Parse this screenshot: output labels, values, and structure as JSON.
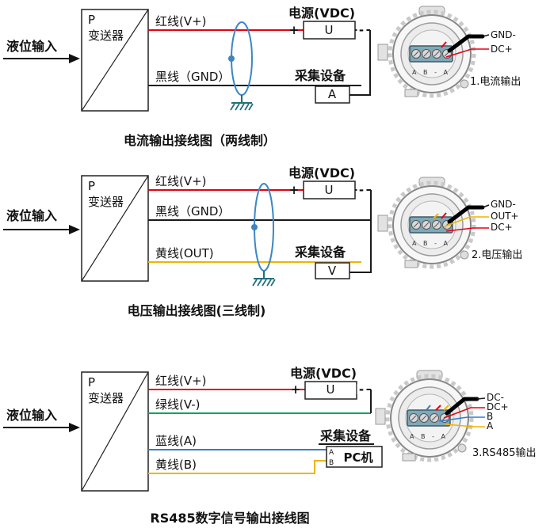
{
  "page": {
    "background": "#ffffff"
  },
  "colors": {
    "red_wire": "#e60012",
    "black_wire": "#1a1a1a",
    "yellow_wire": "#f0b400",
    "green_wire": "#00a651",
    "blue_wire": "#2e7dd1",
    "shield_blue": "#3b86c4",
    "ground_teal": "#20707c"
  },
  "diagram1": {
    "input_label": "液位输入",
    "transmitter": {
      "symbol": "P",
      "name": "变送器"
    },
    "wire_labels": {
      "red": "红线(V+)",
      "black": "黑线（GND）"
    },
    "power": {
      "title": "电源(VDC)",
      "plus": "+",
      "minus": "-",
      "unit": "U"
    },
    "collector": {
      "title": "采集设备",
      "unit": "A"
    },
    "caption": "电流输出接线图（两线制）",
    "device": {
      "terminal_labels": "A B - A",
      "label1": "GND-",
      "label2": "DC+",
      "caption": "1.电流输出"
    }
  },
  "diagram2": {
    "input_label": "液位输入",
    "transmitter": {
      "symbol": "P",
      "name": "变送器"
    },
    "wire_labels": {
      "red": "红线(V+)",
      "black": "黑线（GND）",
      "yellow": "黄线(OUT)"
    },
    "power": {
      "title": "电源(VDC)",
      "plus": "+",
      "minus": "-",
      "unit": "U"
    },
    "collector": {
      "title": "采集设备",
      "unit": "V"
    },
    "caption": "电压输出接线图(三线制)",
    "device": {
      "terminal_labels": "A B - A",
      "label1": "GND-",
      "label2": "OUT+",
      "label3": "DC+",
      "caption": "2.电压输出"
    }
  },
  "diagram3": {
    "input_label": "液位输入",
    "transmitter": {
      "symbol": "P",
      "name": "变送器"
    },
    "wire_labels": {
      "red": "红线(V+)",
      "green": "绿线(V-)",
      "blue": "蓝线(A)",
      "yellow": "黄线(B)"
    },
    "power": {
      "title": "电源(VDC)",
      "plus": "+",
      "minus": "-",
      "unit": "U"
    },
    "collector": {
      "title": "采集设备",
      "pc": "PC机",
      "a": "A",
      "b": "B"
    },
    "caption": "RS485数字信号输出接线图",
    "device": {
      "terminal_labels": "A B - A",
      "label1": "DC-",
      "label2": "DC+",
      "label3": "B",
      "label4": "A",
      "caption": "3.RS485输出"
    }
  }
}
